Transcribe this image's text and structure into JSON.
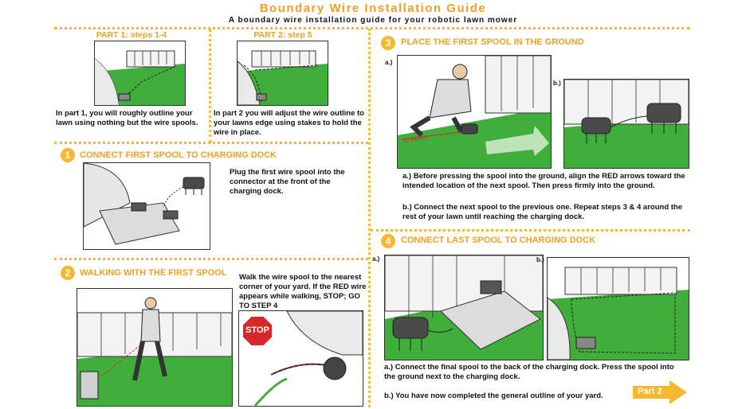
{
  "header": {
    "title": "Boundary Wire Installation Guide",
    "subtitle": "A boundary wire installation guide for your robotic lawn mower"
  },
  "part1": {
    "heading": "PART 1: steps 1-4",
    "text": "In part 1, you will roughly outline your lawn using nothing but the wire spools."
  },
  "part2": {
    "heading": "PART 2: step 5",
    "text": "In part 2 you will adjust the wire outline to your lawns edge using stakes to hold the wire in place."
  },
  "step1": {
    "number": "1",
    "heading": "CONNECT FIRST SPOOL TO CHARGING DOCK",
    "text": "Plug the first wire spool into the connector at the front of the charging dock."
  },
  "step2": {
    "number": "2",
    "heading": "WALKING  WITH THE FIRST SPOOL",
    "text": "Walk the wire spool to the nearest corner of your yard. If the RED wire appears while walking, STOP; GO TO STEP 4",
    "stop_sign": "STOP"
  },
  "step3": {
    "number": "3",
    "heading": "PLACE THE FIRST SPOOL IN THE GROUND",
    "label_a": "a.)",
    "label_b": "b.)",
    "distance": "12 inches",
    "text_a": "a.) Before pressing the spool into the ground, align the RED arrows toward the intended location of the next spool. Then press firmly into the ground.",
    "text_b": "b.) Connect the next spool to the previous one. Repeat steps 3 & 4 around the rest of your lawn until reaching the charging dock."
  },
  "step4": {
    "number": "4",
    "heading": "CONNECT LAST SPOOL TO CHARGING DOCK",
    "label_a": "a.)",
    "label_b": "b.)",
    "text_a": "a.) Connect the final spool to the back of the charging dock. Press the spool into the ground next to the charging dock.",
    "text_b": "b.) You have now completed the general outline of your yard."
  },
  "nav": {
    "next_label": "Part 2"
  },
  "colors": {
    "accent": "#f5b82e",
    "heading": "#f0a020",
    "grass": "#3fae3a",
    "arrow_red": "#d62828"
  },
  "icons": [
    "stop-sign-icon",
    "next-arrow-icon"
  ]
}
